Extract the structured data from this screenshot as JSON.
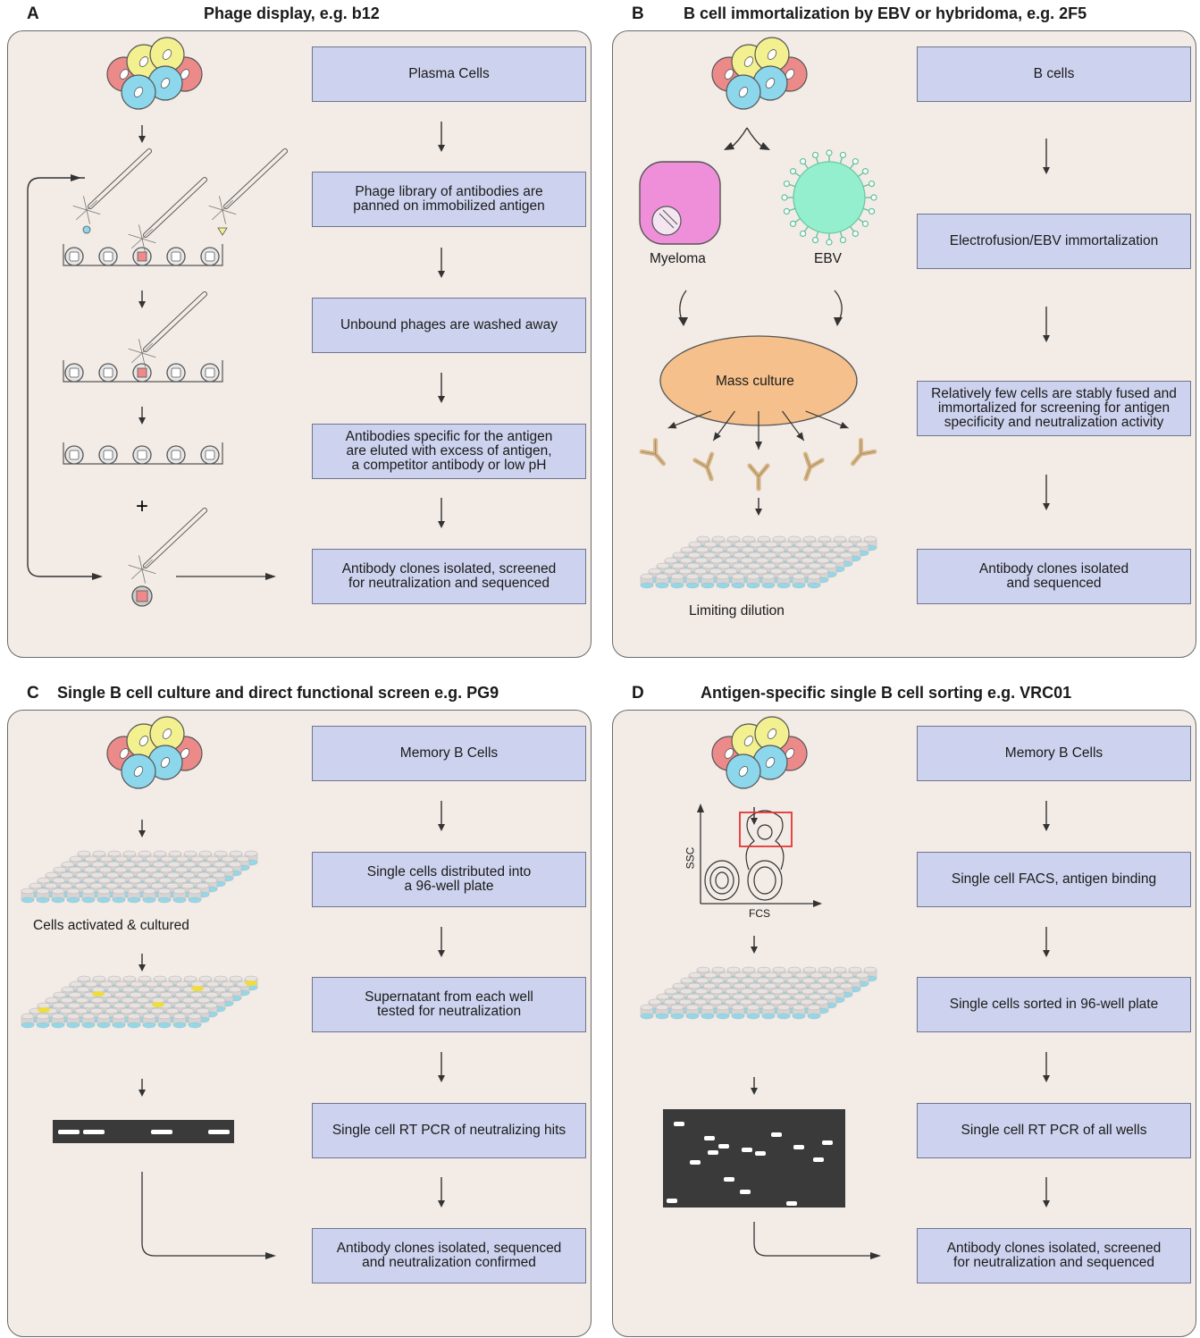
{
  "panels": [
    {
      "letter": "A",
      "title": "Phage display, e.g. b12",
      "steps": [
        "Plasma Cells",
        "Phage library of antibodies are\npanned on immobilized antigen",
        "Unbound phages are washed away",
        "Antibodies specific for the antigen\nare eluted with excess of antigen,\na competitor antibody or low pH",
        "Antibody clones isolated, screened\nfor neutralization and sequenced"
      ]
    },
    {
      "letter": "B",
      "title": "B cell immortalization by EBV or hybridoma, e.g. 2F5",
      "steps": [
        "B cells",
        "Electrofusion/EBV immortalization",
        "Relatively few cells are stably fused and\nimmortalized for screening for antigen\nspecificity and neutralization activity",
        "Antibody clones isolated\nand sequenced"
      ],
      "labels": {
        "myeloma": "Myeloma",
        "ebv": "EBV",
        "mass_culture": "Mass culture",
        "limiting_dilution": "Limiting dilution"
      }
    },
    {
      "letter": "C",
      "title": "Single B cell culture and direct functional screen e.g. PG9",
      "steps": [
        "Memory B Cells",
        "Single cells distributed into\na 96-well plate",
        "Supernatant from each well\ntested for neutralization",
        "Single cell RT PCR of neutralizing hits",
        "Antibody clones isolated, sequenced\nand neutralization confirmed"
      ],
      "labels": {
        "cells_activated": "Cells activated & cultured"
      }
    },
    {
      "letter": "D",
      "title": "Antigen-specific single B cell sorting e.g. VRC01",
      "steps": [
        "Memory B Cells",
        "Single cell FACS, antigen binding",
        "Single cells sorted in 96-well plate",
        "Single cell RT PCR of all wells",
        "Antibody clones isolated, screened\nfor neutralization and sequenced"
      ],
      "labels": {
        "ssc": "SSC",
        "fcs": "FCS"
      }
    }
  ],
  "colors": {
    "panel_bg": "#f2ebe6",
    "step_fill": "#cdd3ee",
    "cell_red": "#ec8a8a",
    "cell_yellow": "#f3f090",
    "cell_blue": "#8cd7ec",
    "myeloma": "#ef8fd9",
    "ebv": "#94efce",
    "mass_culture": "#f5c08b",
    "antibody": "#d6b585",
    "gel": "#3a3a3a",
    "gate": "#e53535"
  }
}
